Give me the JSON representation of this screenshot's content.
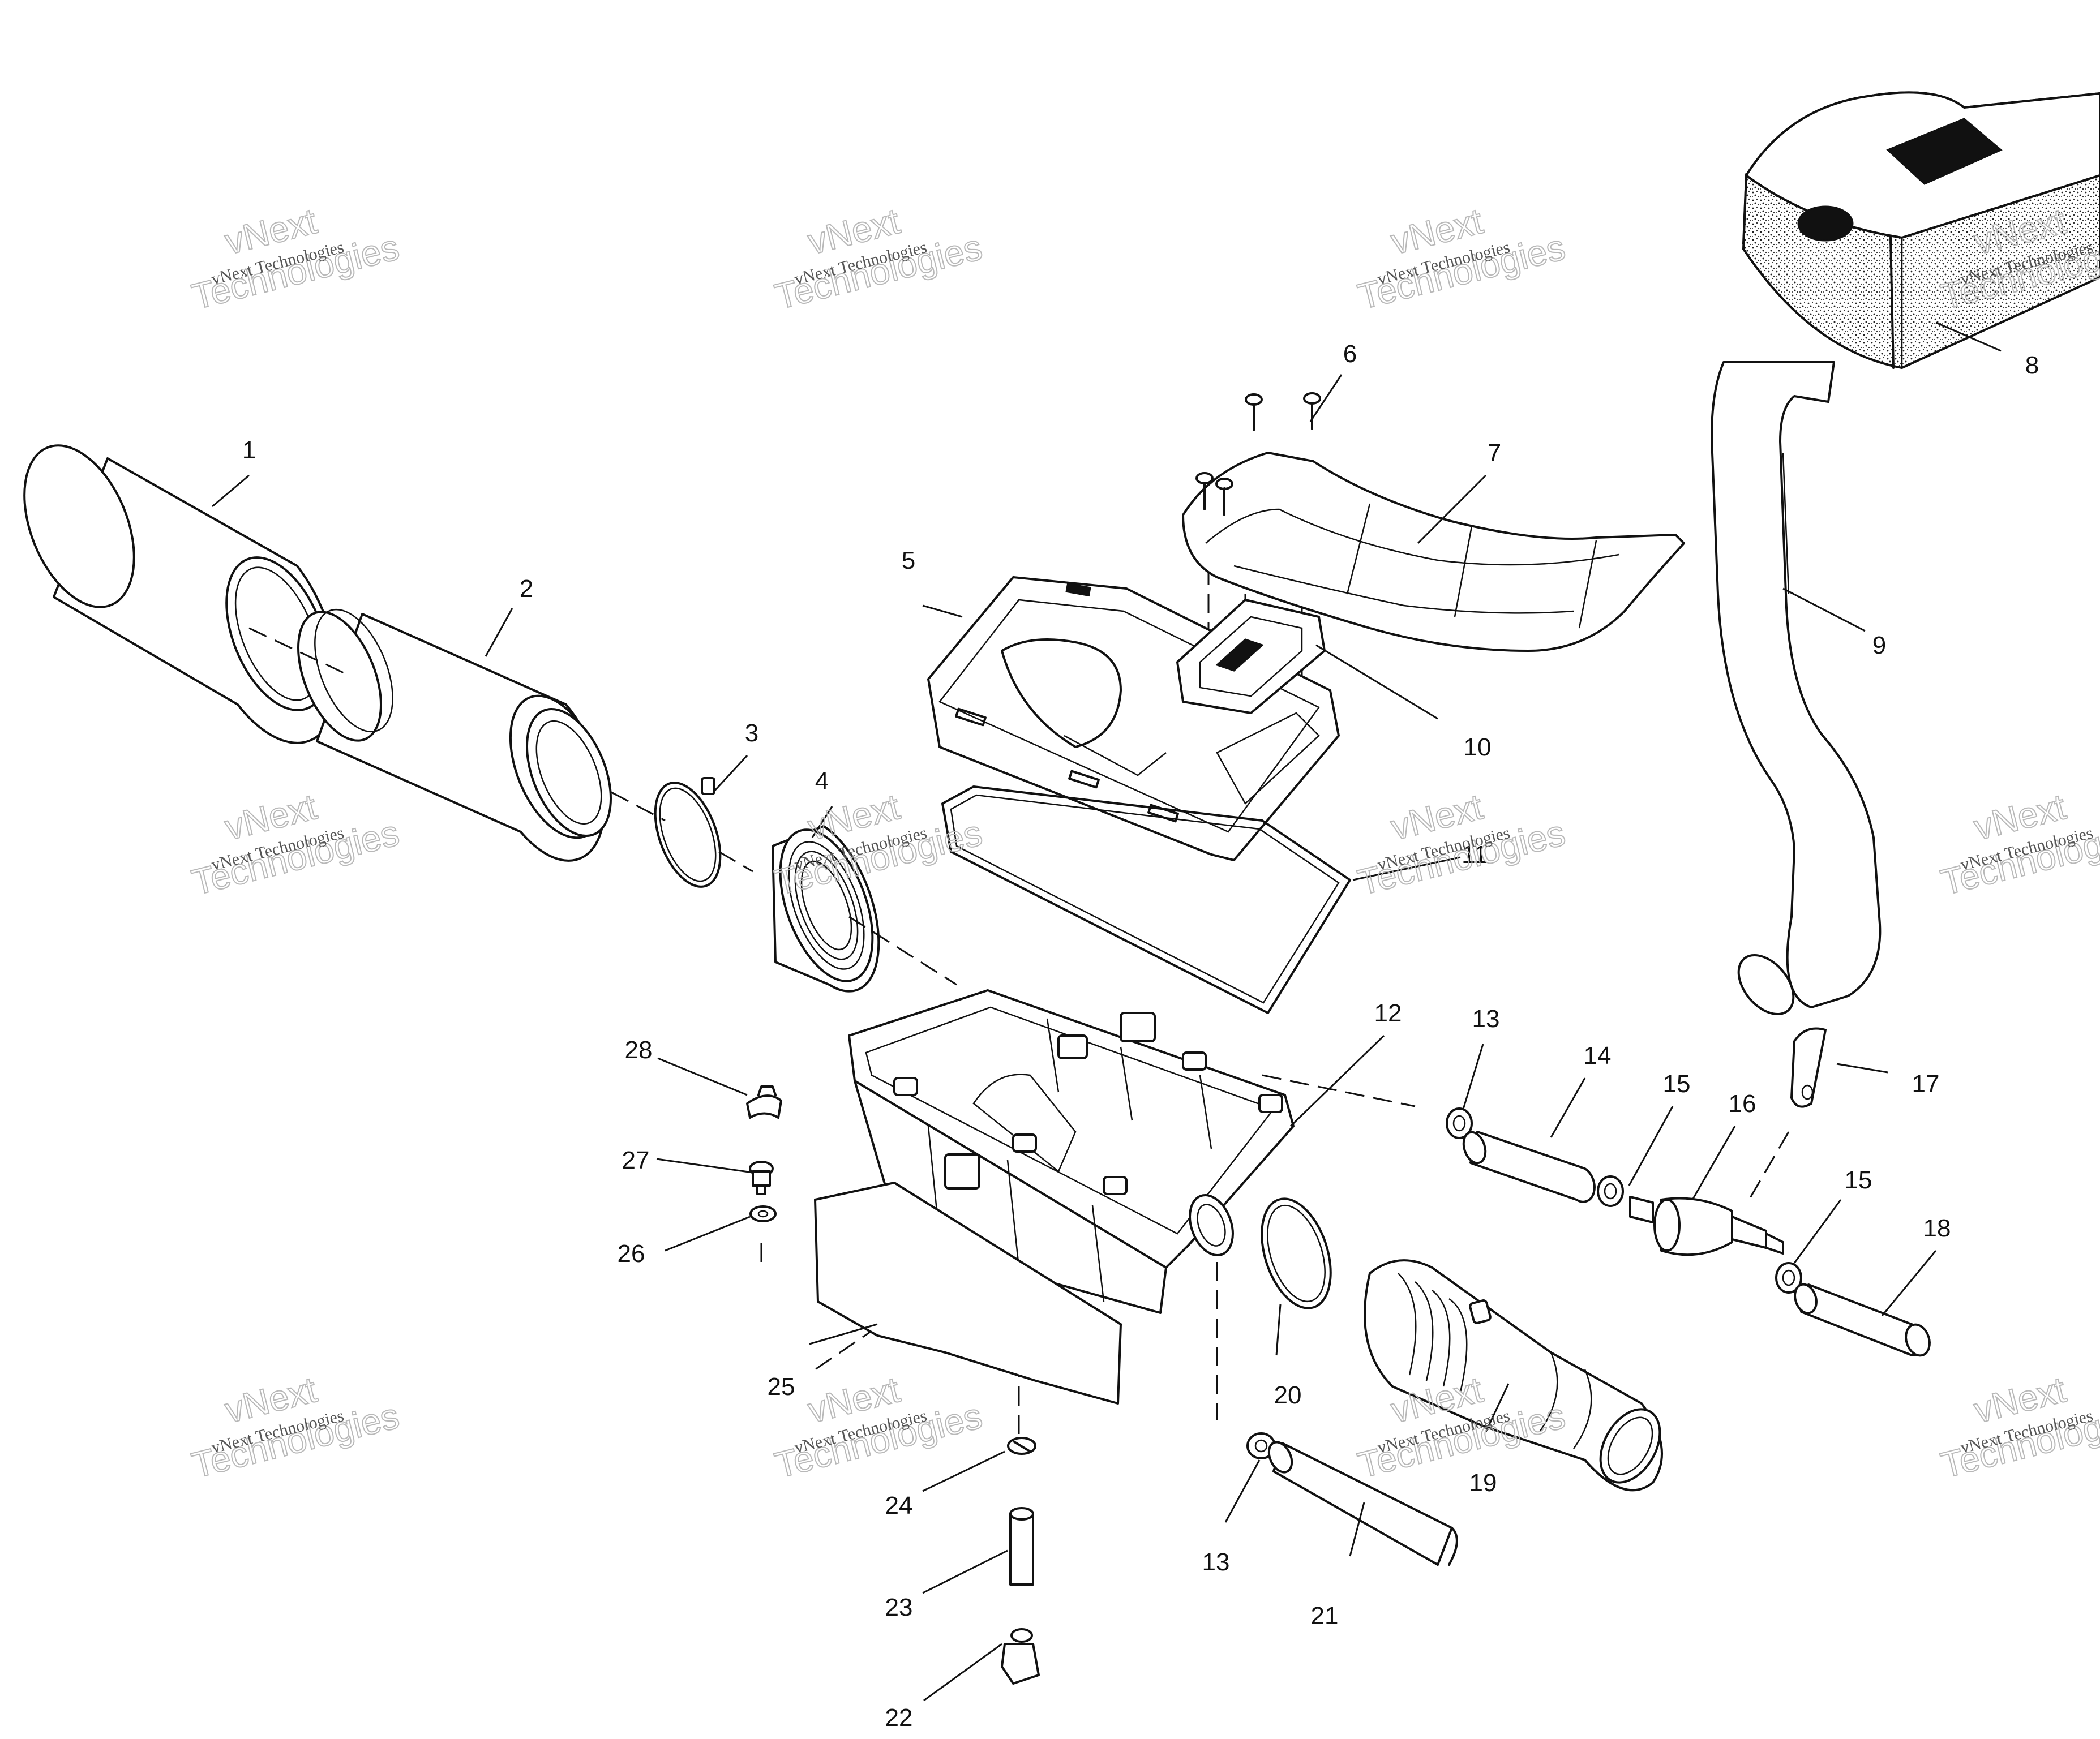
{
  "watermark": {
    "line1": "vNext",
    "line2": "vNext Technologies",
    "line3": "Technologies"
  },
  "callouts": [
    {
      "label": "1"
    },
    {
      "label": "2"
    },
    {
      "label": "3"
    },
    {
      "label": "4"
    },
    {
      "label": "5"
    },
    {
      "label": "6"
    },
    {
      "label": "7"
    },
    {
      "label": "8"
    },
    {
      "label": "9"
    },
    {
      "label": "10"
    },
    {
      "label": "11"
    },
    {
      "label": "12"
    },
    {
      "label": "13"
    },
    {
      "label": "14"
    },
    {
      "label": "15"
    },
    {
      "label": "16"
    },
    {
      "label": "17"
    },
    {
      "label": "18"
    },
    {
      "label": "19"
    },
    {
      "label": "20"
    },
    {
      "label": "21"
    },
    {
      "label": "22"
    },
    {
      "label": "23"
    },
    {
      "label": "24"
    },
    {
      "label": "25"
    },
    {
      "label": "26"
    },
    {
      "label": "27"
    },
    {
      "label": "28"
    },
    {
      "label": "15"
    },
    {
      "label": "13"
    }
  ]
}
